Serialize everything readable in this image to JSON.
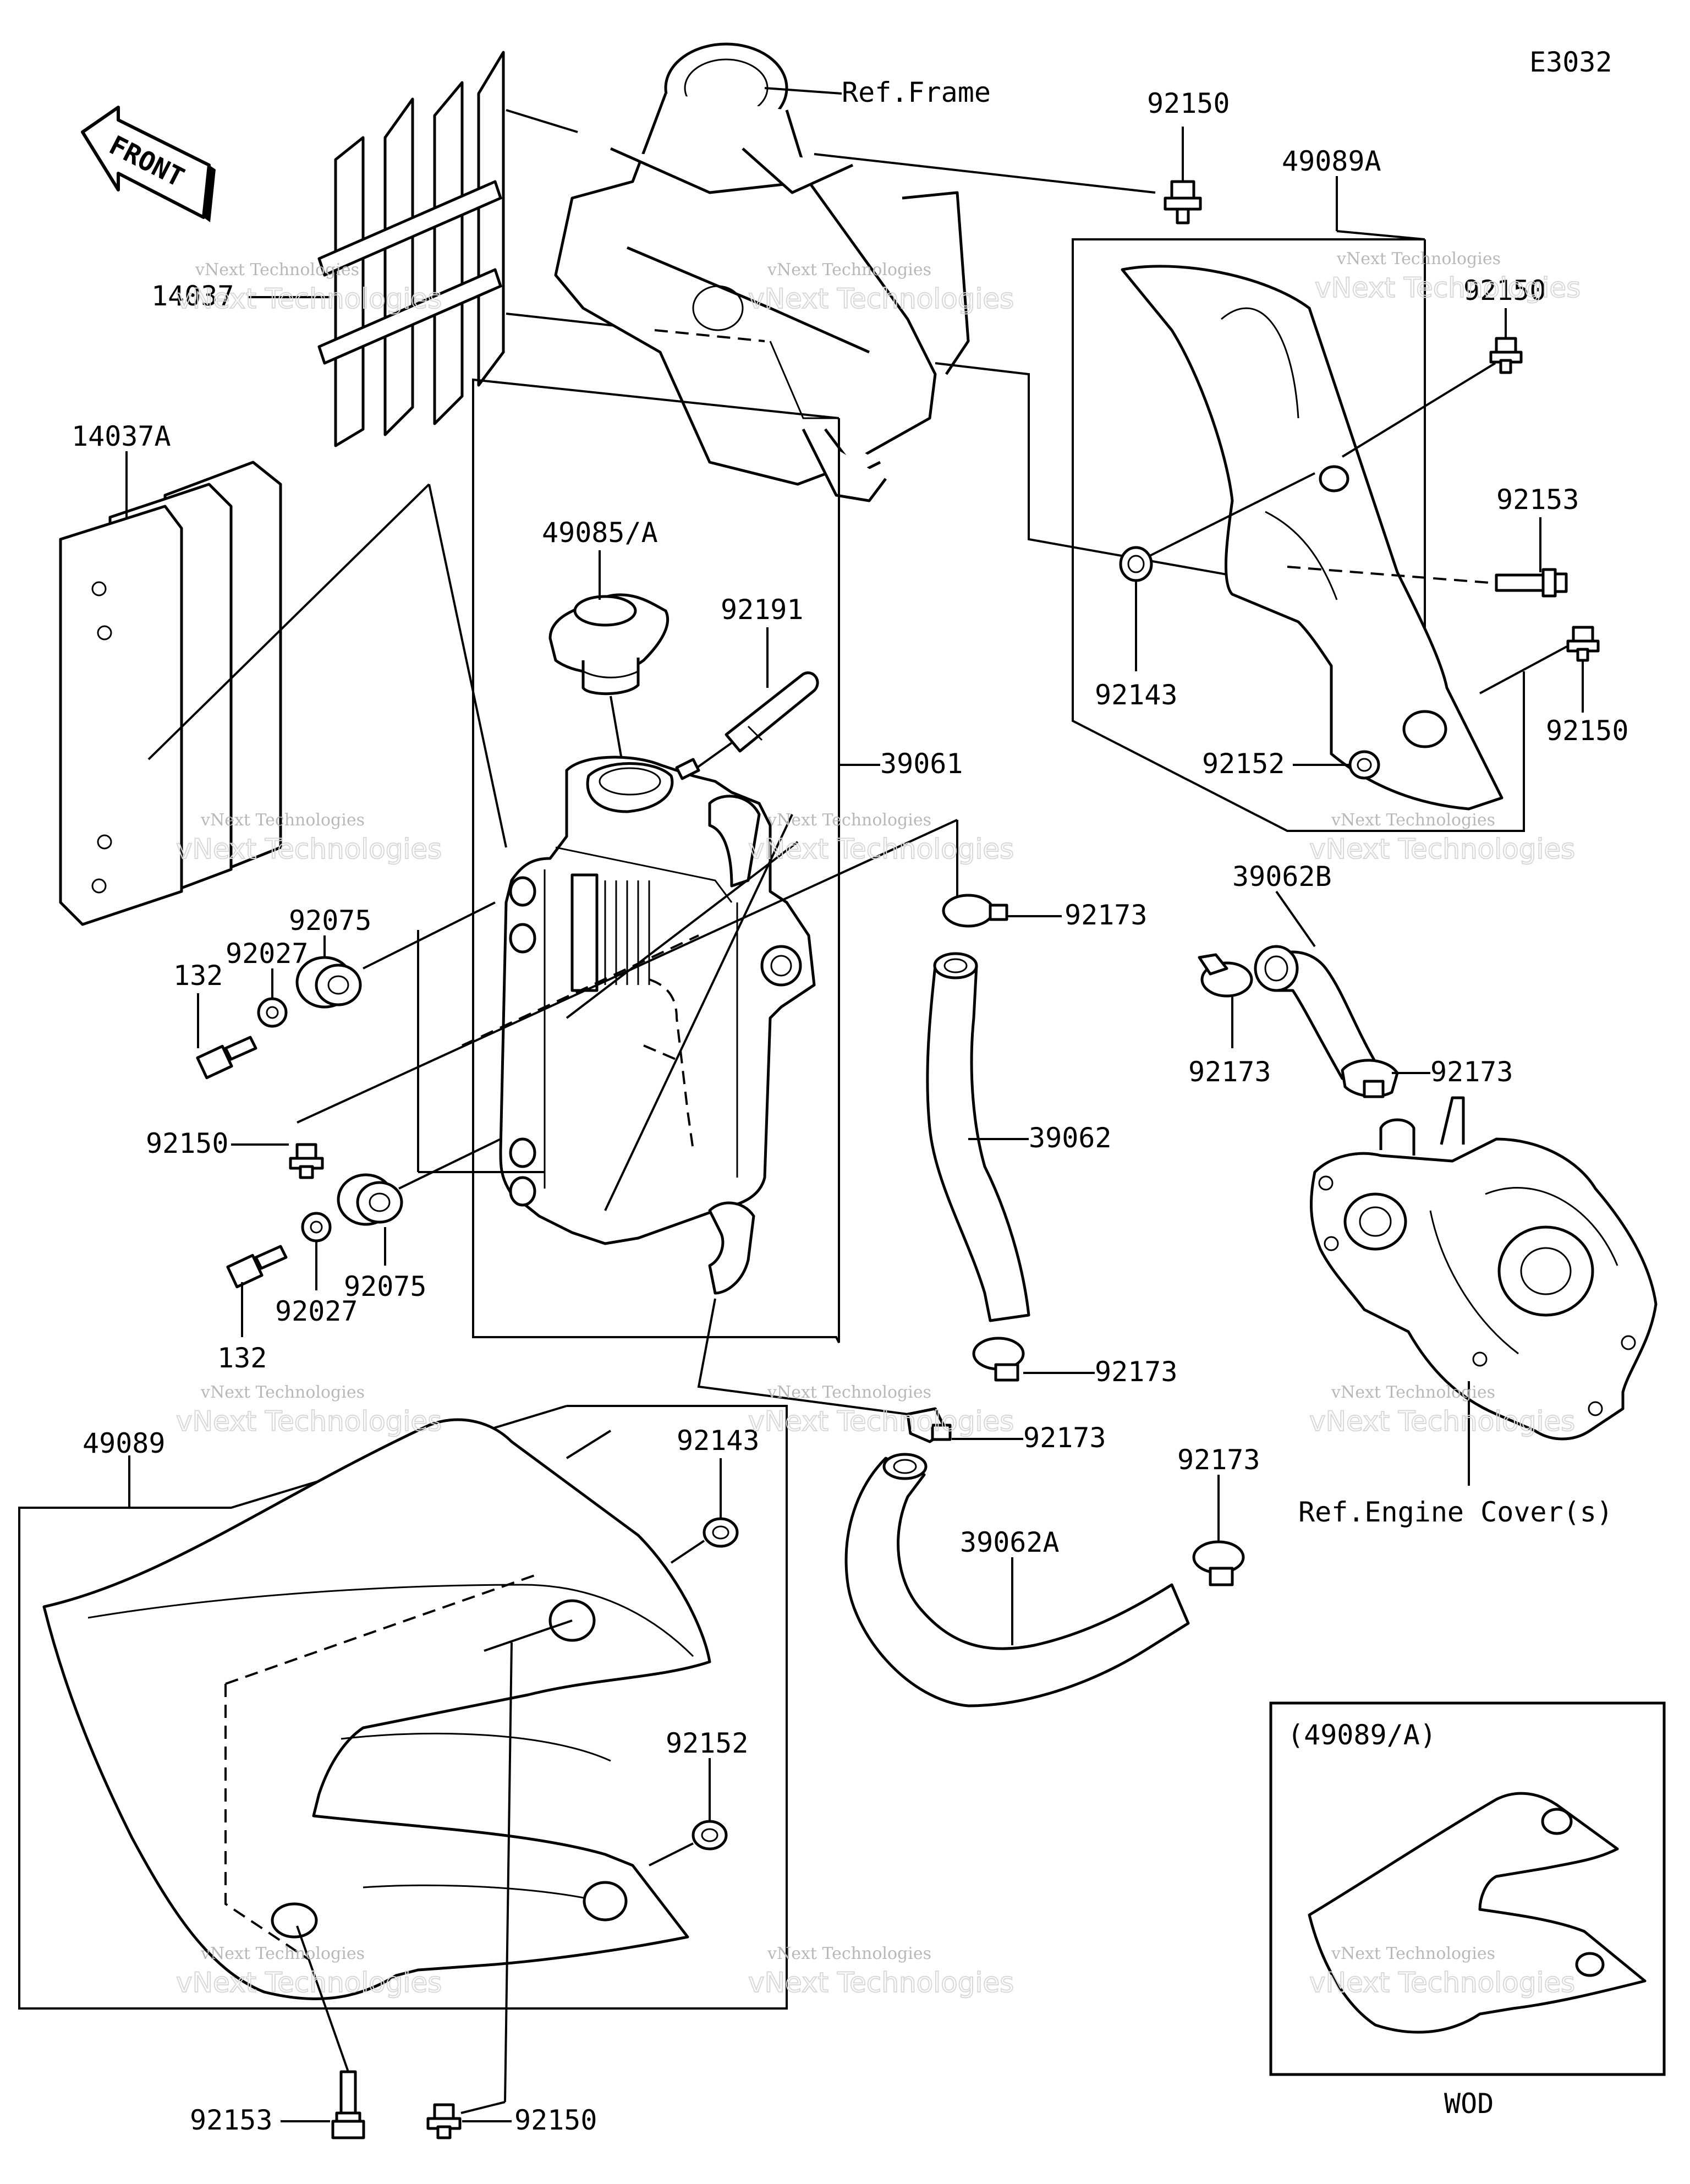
{
  "diagram_code": "E3032",
  "front_label": "FRONT",
  "references": {
    "frame": "Ref.Frame",
    "engine_cover": "Ref.Engine Cover(s)"
  },
  "inset": {
    "title": "(49089/A)",
    "caption": "WOD"
  },
  "watermark": {
    "line1": "vNext Technologies",
    "line2": "vNext Technologies"
  },
  "labels": {
    "l14037": "14037",
    "l14037a": "14037A",
    "l49085a": "49085/A",
    "l92191": "92191",
    "l39061": "39061",
    "l92075_top": "92075",
    "l92027_top": "92027",
    "l132_top": "132",
    "l92150_left": "92150",
    "l92027_bot": "92027",
    "l92075_bot": "92075",
    "l132_bot": "132",
    "l92150_top": "92150",
    "l49089a": "49089A",
    "l92150_shroud_top": "92150",
    "l92153_right": "92153",
    "l92143_right": "92143",
    "l92150_shroud_bot": "92150",
    "l92152_right": "92152",
    "l92173_upper": "92173",
    "l39062b": "39062B",
    "l92173_b_left": "92173",
    "l92173_b_right": "92173",
    "l39062": "39062",
    "l92173_mid1": "92173",
    "l92173_mid2": "92173",
    "l92173_right": "92173",
    "l39062a": "39062A",
    "l49089": "49089",
    "l92143_left": "92143",
    "l92152_left": "92152",
    "l92153_bottom": "92153",
    "l92150_bottom": "92150"
  }
}
